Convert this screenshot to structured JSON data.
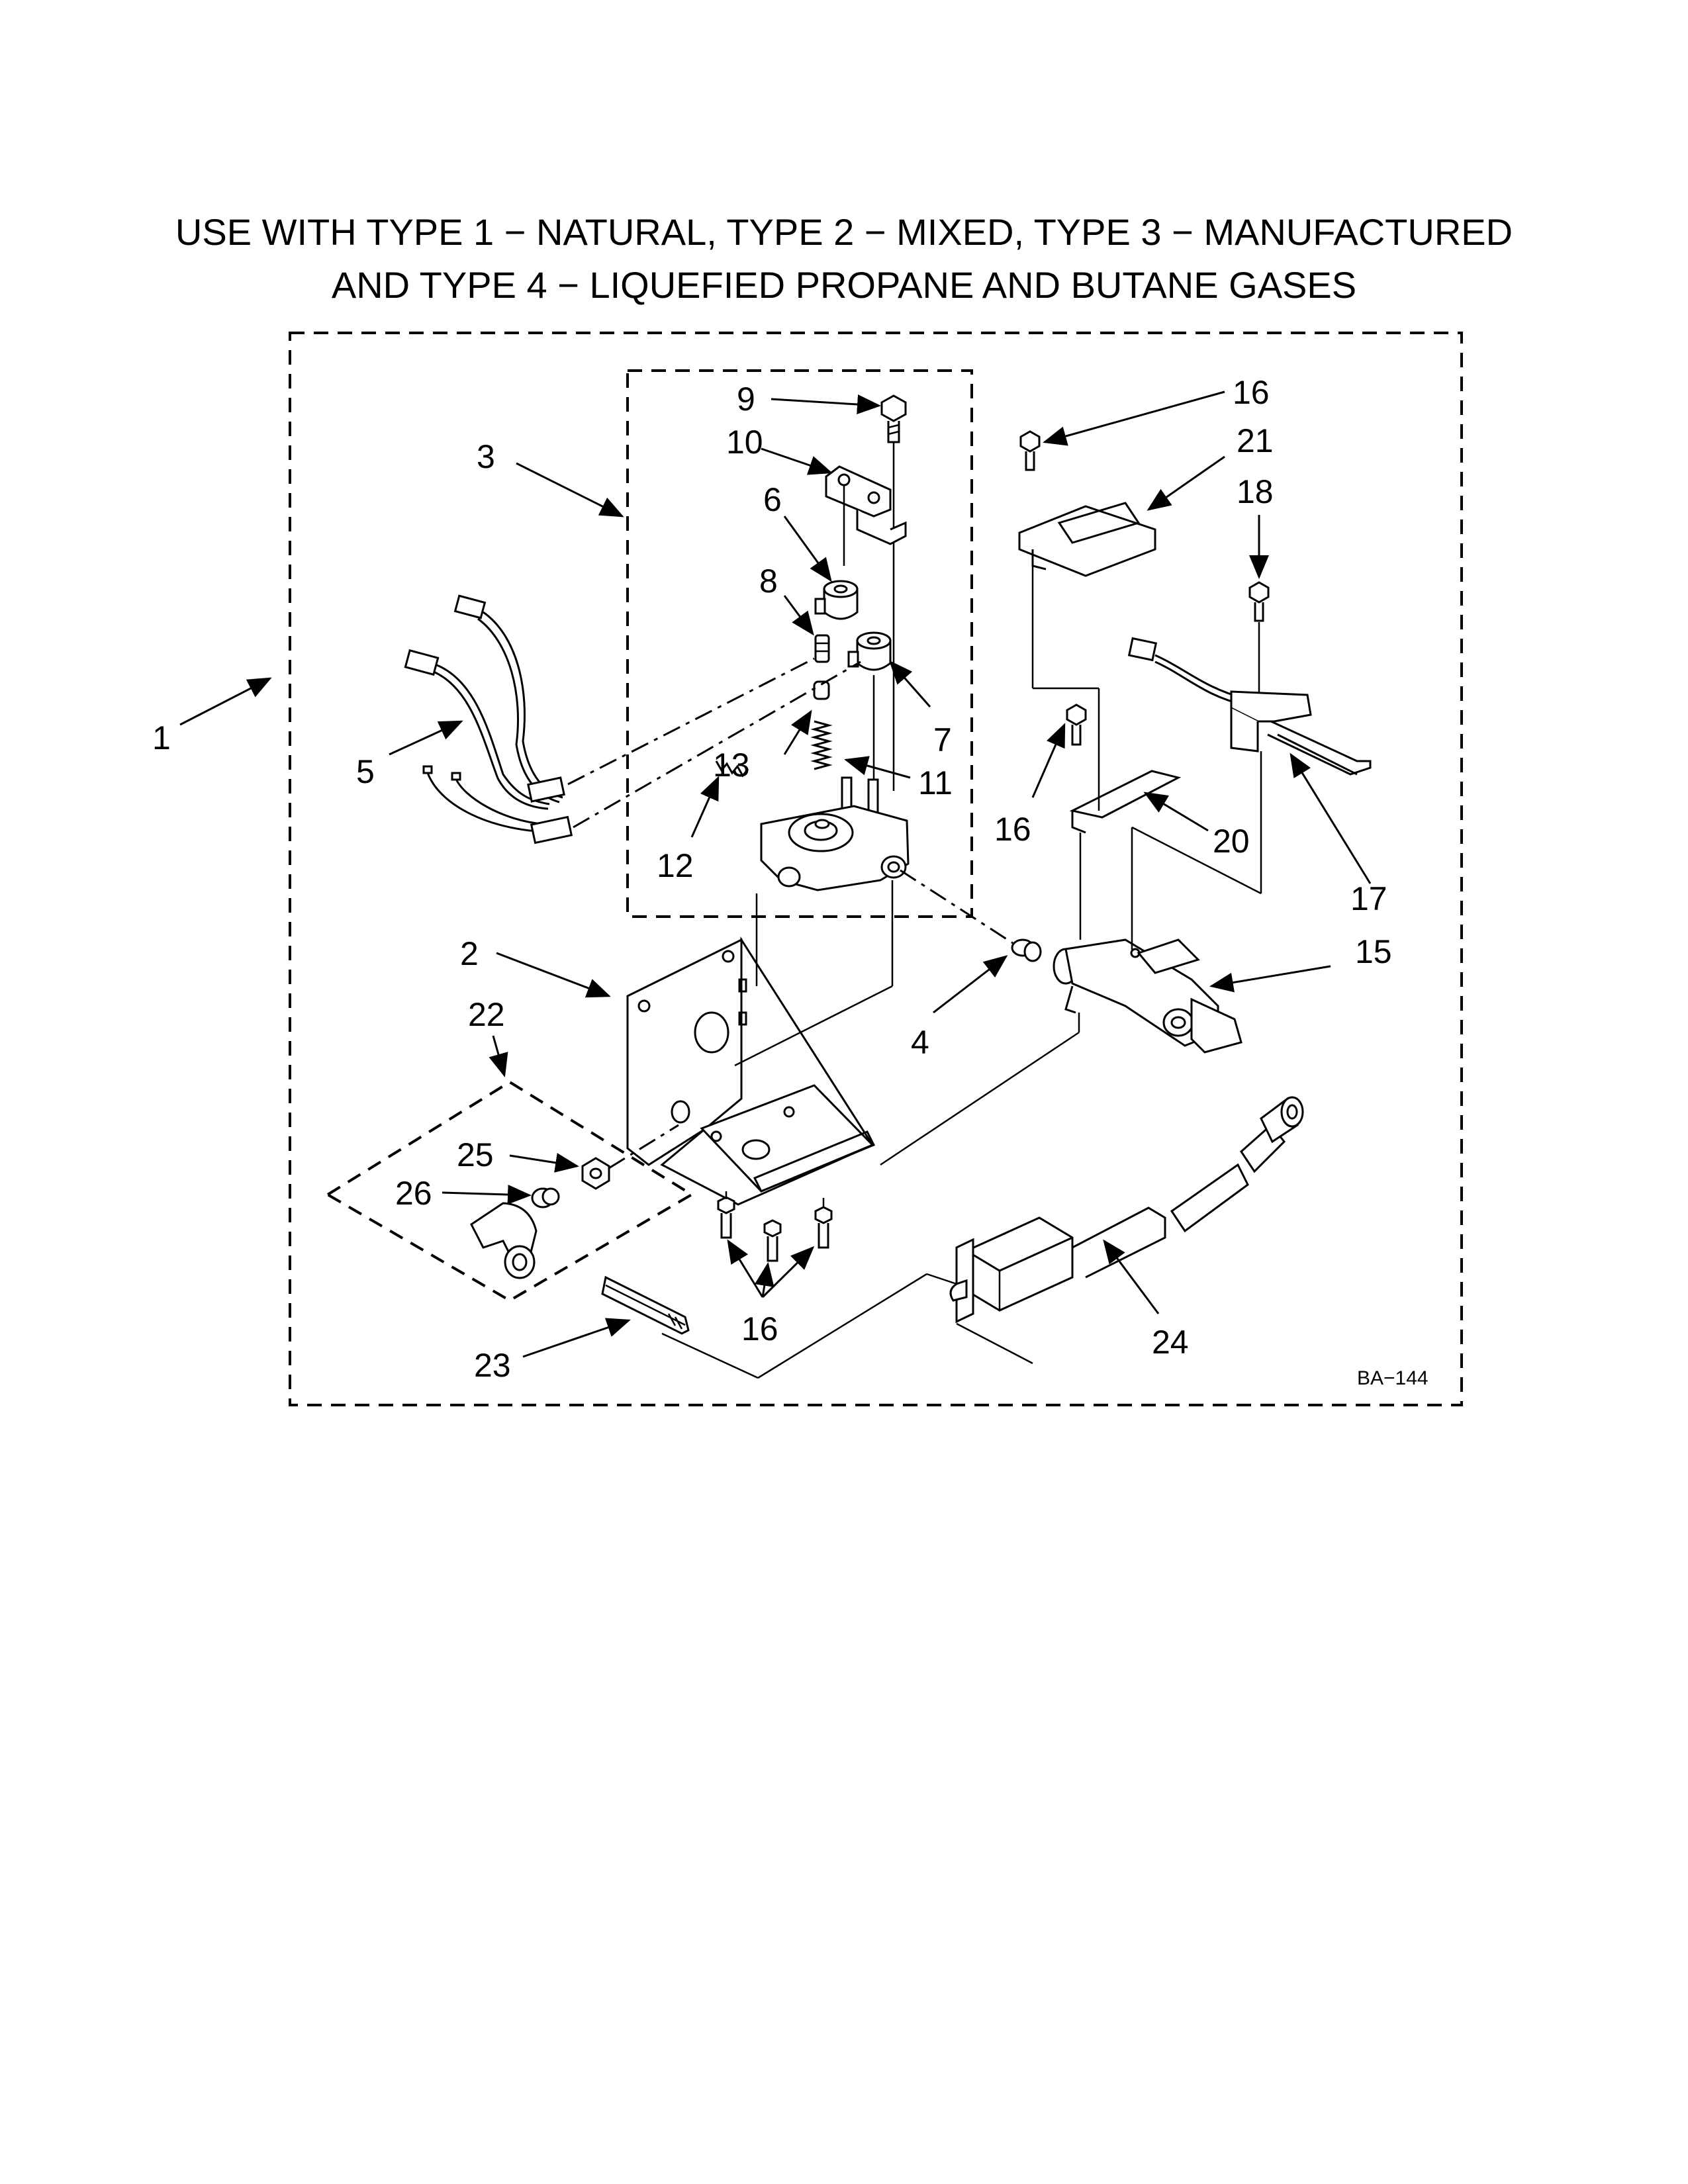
{
  "header": {
    "line1": "USE WITH TYPE 1 − NATURAL, TYPE 2 − MIXED, TYPE 3 − MANUFACTURED",
    "line2": "AND TYPE 4 − LIQUEFIED PROPANE AND BUTANE GASES"
  },
  "diagram_code": "BA−144",
  "part_labels": {
    "p1": "1",
    "p2": "2",
    "p3": "3",
    "p4": "4",
    "p5": "5",
    "p6": "6",
    "p7": "7",
    "p8": "8",
    "p9": "9",
    "p10": "10",
    "p11": "11",
    "p12": "12",
    "p13": "13",
    "p15": "15",
    "p16a": "16",
    "p16b": "16",
    "p16c": "16",
    "p17": "17",
    "p18": "18",
    "p20": "20",
    "p21": "21",
    "p22": "22",
    "p23": "23",
    "p24": "24",
    "p25": "25",
    "p26": "26"
  }
}
